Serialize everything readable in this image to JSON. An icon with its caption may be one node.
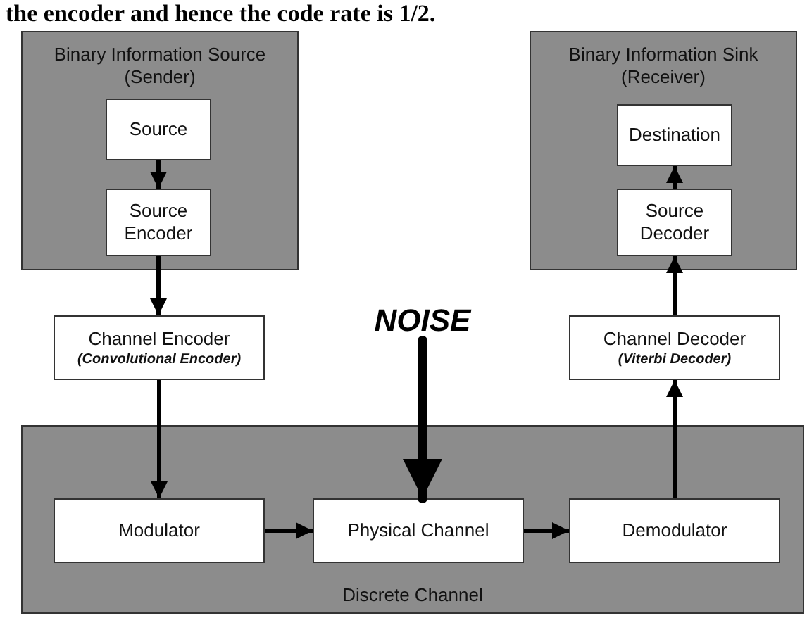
{
  "diagram": {
    "nodes": [
      {
        "text": [
          "Binary Information Source (Sender)"
        ]
      },
      {
        "text": [
          "Source"
        ],
        "in": 0
      },
      {
        "text": [
          "Source Encoder"
        ],
        "in": 0
      },
      {
        "text": [
          "Binary Information Sink (Receiver)"
        ]
      },
      {
        "text": [
          "Destination"
        ],
        "in": 3
      },
      {
        "text": [
          "Source Decoder"
        ],
        "in": 3
      },
      {
        "text": [
          "Channel Encoder",
          "(Convolutional Encoder)"
        ]
      },
      {
        "text": [
          "NOISE"
        ]
      },
      {
        "text": [
          "Channel Decoder",
          "(Viterbi Decoder)"
        ]
      },
      {
        "text": [
          "Discrete Channel"
        ]
      },
      {
        "text": [
          "Modulator"
        ],
        "in": 9
      },
      {
        "text": [
          "Physical Channel"
        ],
        "in": 9
      },
      {
        "text": [
          "Demodulator"
        ],
        "in": 9
      }
    ],
    "edges": [
      {
        "from": 1,
        "to": 2,
        "arrow": "to"
      },
      {
        "from": 2,
        "to": 6,
        "arrow": "to"
      },
      {
        "from": 6,
        "to": 10,
        "arrow": "to"
      },
      {
        "from": 7,
        "to": 11,
        "arrow": "to",
        "style": "thick"
      },
      {
        "from": 10,
        "to": 11,
        "arrow": "to"
      },
      {
        "from": 11,
        "to": 12,
        "arrow": "to"
      },
      {
        "from": 12,
        "to": 8,
        "arrow": "to"
      },
      {
        "from": 8,
        "to": 5,
        "arrow": "to"
      },
      {
        "from": 5,
        "to": 4,
        "arrow": "to"
      }
    ],
    "labels": [
      "the encoder and hence the code rate is 1/2."
    ]
  }
}
